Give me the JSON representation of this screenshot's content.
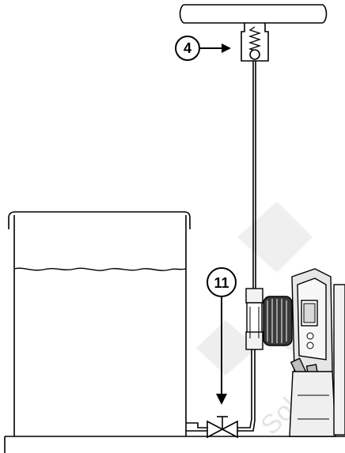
{
  "callouts": {
    "injection_valve": {
      "label": "4"
    },
    "isolation_valve": {
      "label": "11"
    }
  },
  "watermark": {
    "text": "Solutions"
  },
  "colors": {
    "line": "#000000",
    "pump_body": "#e6e6e6",
    "pump_dark": "#3a3a3a",
    "watermark": "#d9d9d9"
  }
}
